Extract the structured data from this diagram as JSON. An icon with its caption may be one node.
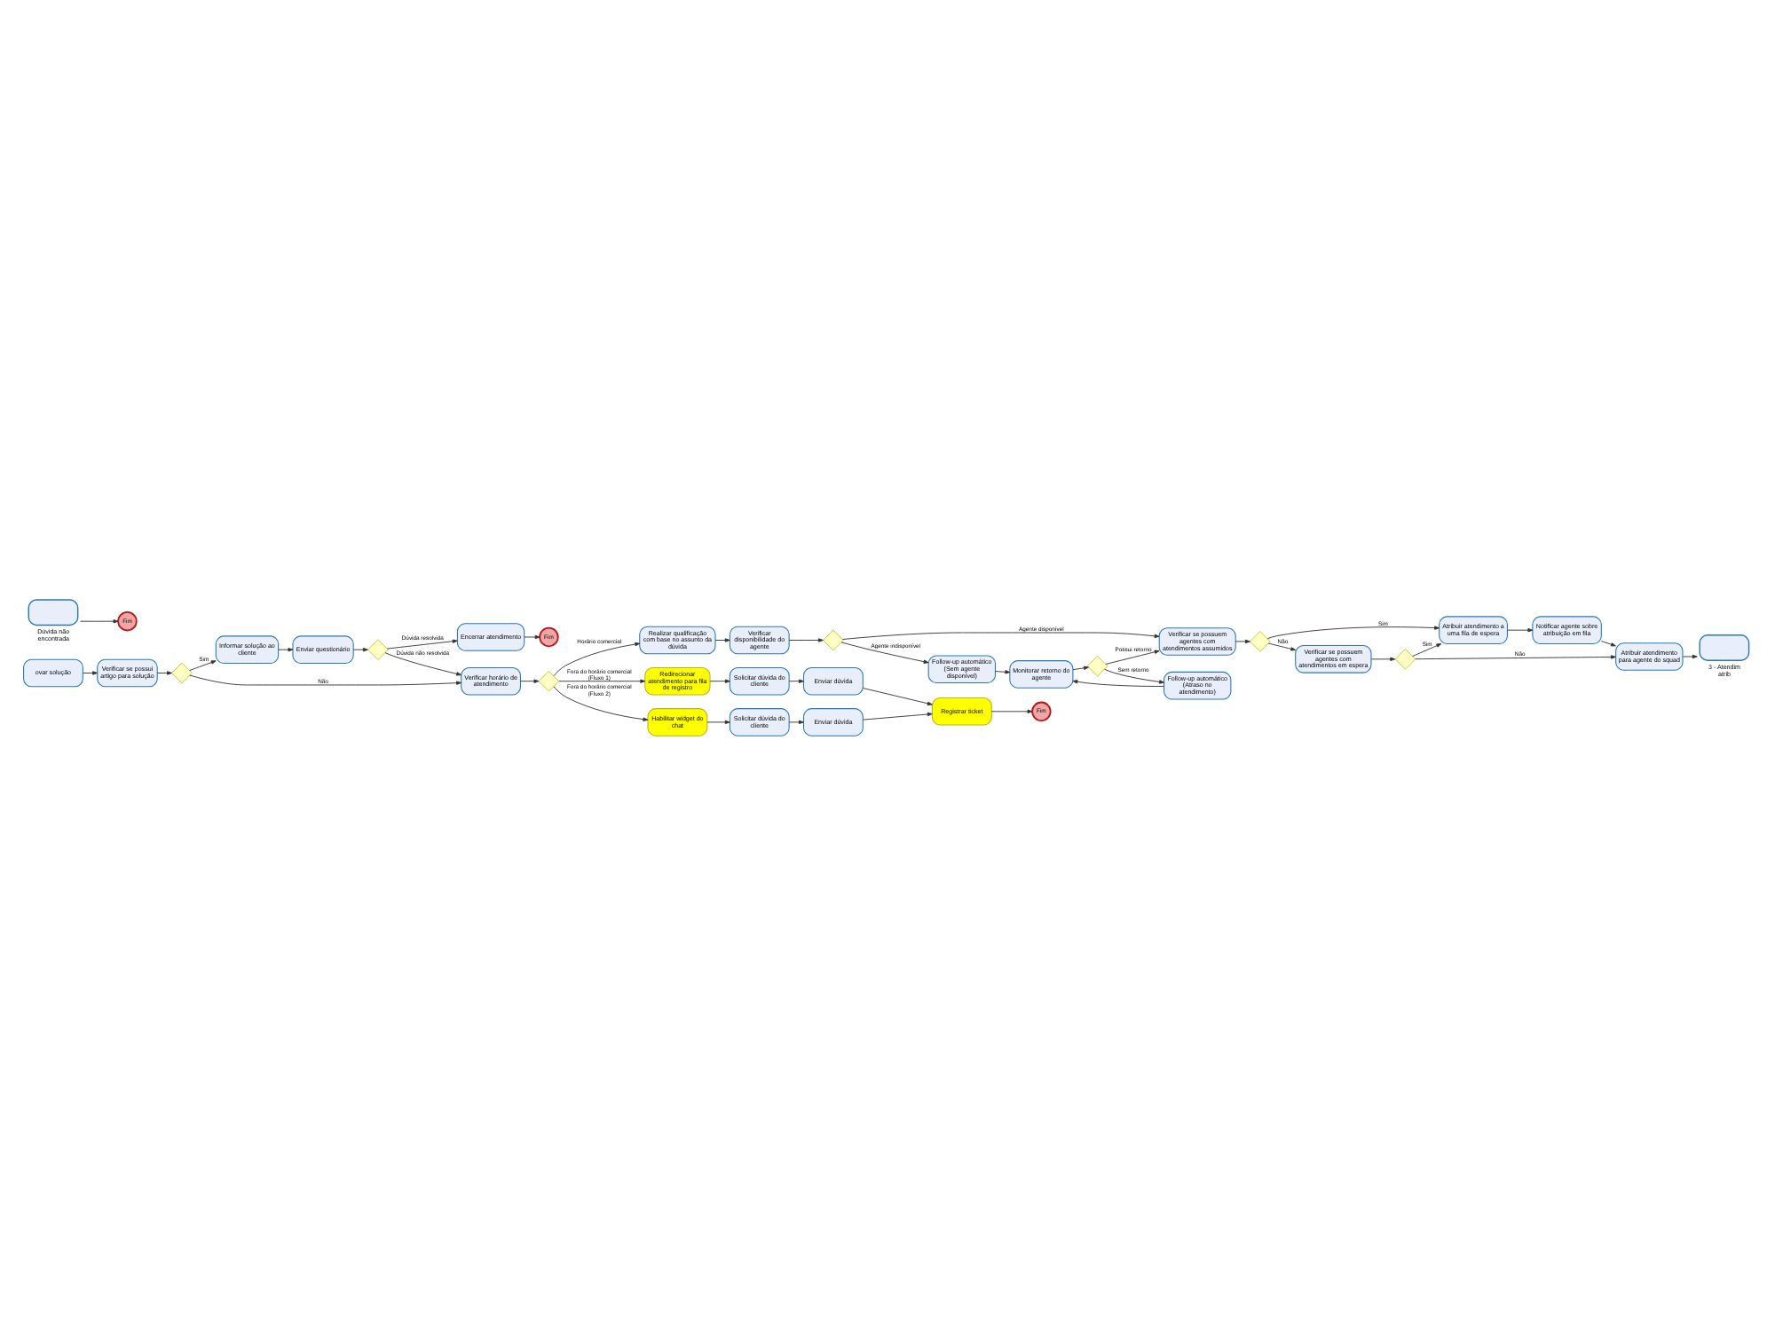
{
  "diagram": {
    "nodes": [
      {
        "text": [
          "ovar solução"
        ]
      },
      {
        "text": [
          "Verificar se possui artigo para solução"
        ]
      },
      {
        "text": [],
        "shape": "diamond"
      },
      {
        "text": [
          "Dúvida não encontrada"
        ]
      },
      {
        "text": [
          "Fim"
        ]
      },
      {
        "text": [
          "Informar solução ao cliente"
        ]
      },
      {
        "text": [
          "Enviar questionário"
        ]
      },
      {
        "text": [],
        "shape": "diamond"
      },
      {
        "text": [
          "Encerrar atendimento"
        ]
      },
      {
        "text": [
          "Fim"
        ]
      },
      {
        "text": [
          "Verificar horário de atendimento"
        ]
      },
      {
        "text": [],
        "shape": "diamond"
      },
      {
        "text": [
          "Realizar qualificação com base no assunto da dúvida"
        ]
      },
      {
        "text": [
          "Verificar disponibilidade do agente"
        ]
      },
      {
        "text": [],
        "shape": "diamond"
      },
      {
        "text": [
          "Verificar se possuem agentes com atendimentos assumidos"
        ]
      },
      {
        "text": [],
        "shape": "diamond"
      },
      {
        "text": [
          "Atribuir atendimento a uma fila de espera"
        ]
      },
      {
        "text": [
          "Notificar agente sobre atribuição em fila"
        ]
      },
      {
        "text": [
          "Verificar se possuem agentes com atendimentos em espera"
        ]
      },
      {
        "text": [],
        "shape": "diamond"
      },
      {
        "text": [
          "Atribuir atendimento para agente do squad"
        ]
      },
      {
        "text": [
          "3 - Atendim atrib"
        ]
      },
      {
        "text": [
          "Follow-up automático (Sem agente disponível)"
        ]
      },
      {
        "text": [
          "Monitorar retorno do agente"
        ]
      },
      {
        "text": [],
        "shape": "diamond"
      },
      {
        "text": [
          "Follow-up automático (Atraso no atendimento)"
        ]
      },
      {
        "text": [
          "Redirecionar atendimento para fila de registro"
        ]
      },
      {
        "text": [
          "Solicitar dúvida do cliente"
        ]
      },
      {
        "text": [
          "Enviar dúvida"
        ]
      },
      {
        "text": [
          "Registrar ticket"
        ]
      },
      {
        "text": [
          "Fim"
        ]
      },
      {
        "text": [
          "Habilitar widget do chat"
        ]
      },
      {
        "text": [
          "Solicitar dúvida do cliente"
        ]
      },
      {
        "text": [
          "Enviar dúvida"
        ]
      }
    ],
    "edges": [
      {
        "from": 0,
        "to": 1,
        "arrow": "to"
      },
      {
        "from": 1,
        "to": 2,
        "arrow": "to"
      },
      {
        "from": 2,
        "to": 5,
        "arrow": "to",
        "label": "Sim"
      },
      {
        "from": 2,
        "to": 10,
        "arrow": "to",
        "label": "Não"
      },
      {
        "from": 3,
        "to": 4,
        "arrow": "to"
      },
      {
        "from": 5,
        "to": 6,
        "arrow": "to"
      },
      {
        "from": 6,
        "to": 7,
        "arrow": "to"
      },
      {
        "from": 7,
        "to": 8,
        "arrow": "to",
        "label": "Dúvida resolvida"
      },
      {
        "from": 7,
        "to": 10,
        "arrow": "to",
        "label": "Dúvida não resolvida"
      },
      {
        "from": 8,
        "to": 9,
        "arrow": "to"
      },
      {
        "from": 10,
        "to": 11,
        "arrow": "to"
      },
      {
        "from": 11,
        "to": 12,
        "arrow": "to",
        "label": "Horário comercial"
      },
      {
        "from": 11,
        "to": 27,
        "arrow": "to",
        "label": "Fora do horário comercial (Fluxo 1)"
      },
      {
        "from": 11,
        "to": 32,
        "arrow": "to",
        "label": "Fora do horário comercial (Fluxo 2)"
      },
      {
        "from": 12,
        "to": 13,
        "arrow": "to"
      },
      {
        "from": 13,
        "to": 14,
        "arrow": "to"
      },
      {
        "from": 14,
        "to": 15,
        "arrow": "to",
        "label": "Agente disponível"
      },
      {
        "from": 14,
        "to": 23,
        "arrow": "to",
        "label": "Agente indisponível"
      },
      {
        "from": 15,
        "to": 16,
        "arrow": "to"
      },
      {
        "from": 16,
        "to": 17,
        "arrow": "to",
        "label": "Sim"
      },
      {
        "from": 16,
        "to": 19,
        "arrow": "to",
        "label": "Não"
      },
      {
        "from": 17,
        "to": 18,
        "arrow": "to"
      },
      {
        "from": 18,
        "to": 21,
        "arrow": "to"
      },
      {
        "from": 19,
        "to": 20,
        "arrow": "to"
      },
      {
        "from": 20,
        "to": 17,
        "arrow": "to",
        "label": "Sim"
      },
      {
        "from": 20,
        "to": 21,
        "arrow": "to",
        "label": "Não"
      },
      {
        "from": 21,
        "to": 22,
        "arrow": "to"
      },
      {
        "from": 23,
        "to": 24,
        "arrow": "to"
      },
      {
        "from": 24,
        "to": 25,
        "arrow": "to"
      },
      {
        "from": 25,
        "to": 15,
        "arrow": "to",
        "label": "Possui retorno"
      },
      {
        "from": 25,
        "to": 26,
        "arrow": "to",
        "label": "Sem retorno"
      },
      {
        "from": 26,
        "to": 24,
        "arrow": "to"
      },
      {
        "from": 27,
        "to": 28,
        "arrow": "to"
      },
      {
        "from": 28,
        "to": 29,
        "arrow": "to"
      },
      {
        "from": 29,
        "to": 30,
        "arrow": "to"
      },
      {
        "from": 30,
        "to": 31,
        "arrow": "to"
      },
      {
        "from": 32,
        "to": 33,
        "arrow": "to"
      },
      {
        "from": 33,
        "to": 34,
        "arrow": "to"
      },
      {
        "from": 34,
        "to": 30,
        "arrow": "to"
      }
    ]
  }
}
